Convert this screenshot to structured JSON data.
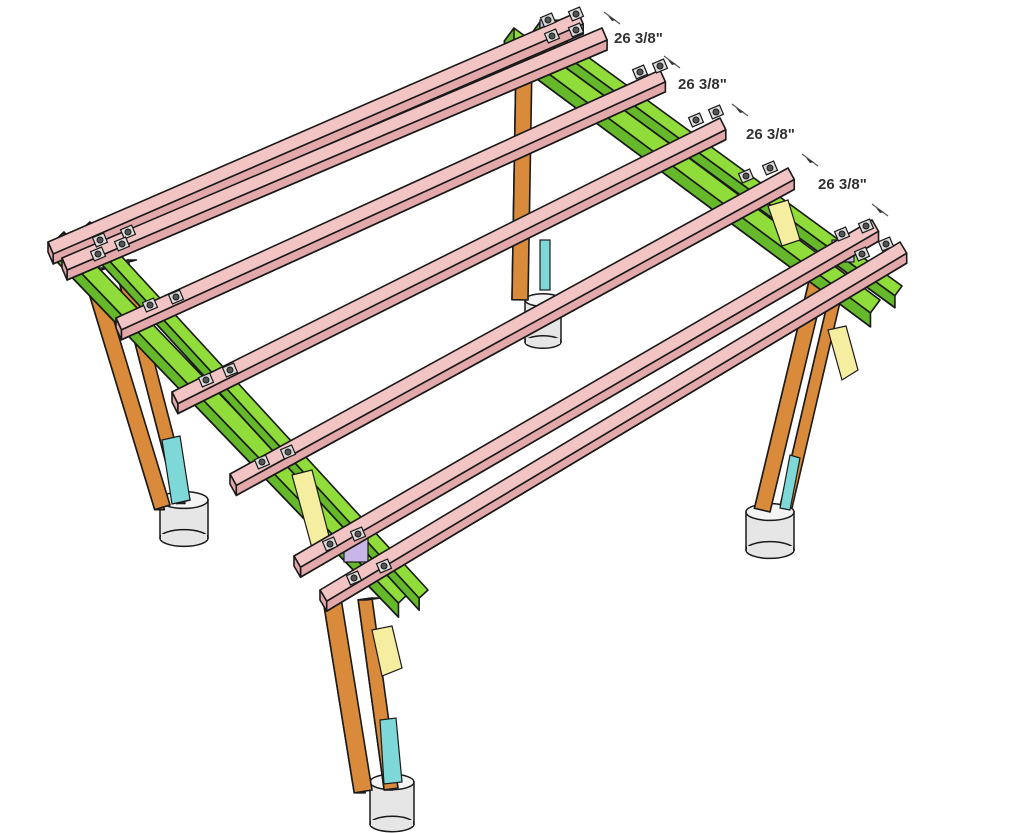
{
  "diagram": {
    "dimensions": [
      {
        "label": "26 3/8\""
      },
      {
        "label": "26 3/8\""
      },
      {
        "label": "26 3/8\""
      },
      {
        "label": "26 3/8\""
      }
    ],
    "colors": {
      "rafter": "#f2c4c4",
      "rafter_side": "#e3a9aa",
      "beam": "#8fdc3a",
      "beam_side": "#64b82a",
      "post": "#d98a3a",
      "post_side": "#b86d28",
      "brace": "#f5eda0",
      "bracket": "#c9b6e8",
      "footing": "#e6e6e6",
      "post_base": "#7fd8d8",
      "outline": "#1a1a1a"
    }
  }
}
